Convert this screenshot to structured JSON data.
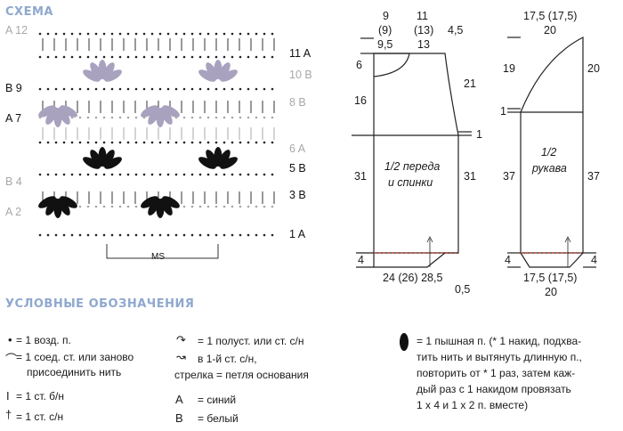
{
  "headings": {
    "scheme": "СХЕМА",
    "legend": "УСЛОВНЫЕ ОБОЗНАЧЕНИЯ"
  },
  "chart_rows": {
    "left": [
      "A 12",
      "B 9",
      "A 7",
      "B 4",
      "A 2"
    ],
    "right": [
      "11 A",
      "10 B",
      "8 B",
      "6 A",
      "5 B",
      "3 B",
      "1 A"
    ],
    "repeat": "MS"
  },
  "front_pattern": {
    "top_widths": [
      "9",
      "(9)",
      "9,5",
      "11",
      "(13)",
      "13",
      "4,5"
    ],
    "side_left": [
      "6",
      "16",
      "31",
      "4"
    ],
    "side_right": [
      "21",
      "1",
      "31"
    ],
    "label_line1": "1/2 переда",
    "label_line2": "и спинки",
    "bottom": "24 (26) 28,5",
    "bottom_edge": "0,5"
  },
  "sleeve_pattern": {
    "top_width1": "17,5 (17,5)",
    "top_width2": "20",
    "side_left": [
      "19",
      "1",
      "37",
      "4"
    ],
    "side_right": [
      "20",
      "37",
      "4"
    ],
    "label_line1": "1/2",
    "label_line2": "рукава",
    "bottom1": "17,5 (17,5)",
    "bottom2": "20"
  },
  "legend": {
    "chain": "= 1 возд. п.",
    "slip1": "= 1 соед. ст. или заново",
    "slip2": "присоединить нить",
    "sc": "= 1 ст. б/н",
    "dc": "= 1 ст. с/н",
    "hdc1": "= 1 полуст. или ст. с/н",
    "hdc2": "в 1-й ст. с/н,",
    "hdc3": "стрелка = петля основания",
    "colorA_sym": "A",
    "colorA": "= синий",
    "colorB_sym": "B",
    "colorB": "= белый",
    "puff1": "= 1 пышная п. (* 1 накид, подхва-",
    "puff2": "тить нить и вытянуть длинную п.,",
    "puff3": "повторить от * 1 раз, затем каж-",
    "puff4": "дый раз с 1 накидом провязать",
    "puff5": "1 х 4 и 1 х 2 п. вместе)"
  },
  "colors": {
    "heading": "#8fa8cf",
    "dark_puff": "#111111",
    "light_puff": "#a9a2bf",
    "grey_rows": "#a8a8a8",
    "dashed_line": "#c0392b"
  }
}
